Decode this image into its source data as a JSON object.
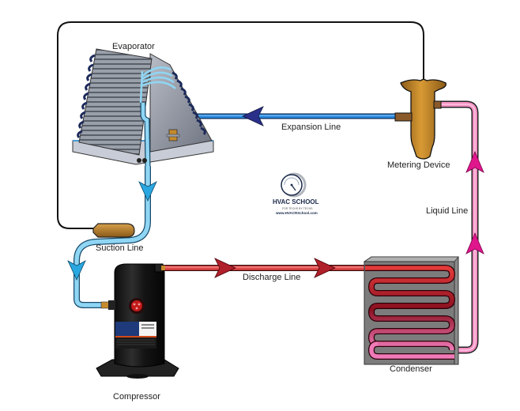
{
  "diagram": {
    "title": "Refrigeration Cycle",
    "components": {
      "evaporator": "Evaporator",
      "metering_device": "Metering Device",
      "compressor": "Compressor",
      "condenser": "Condenser"
    },
    "lines": {
      "expansion": "Expansion Line",
      "suction": "Suction Line",
      "discharge": "Discharge Line",
      "liquid": "Liquid Line"
    },
    "logo": {
      "name": "HVAC SCHOOL",
      "tagline": "FOR TECHS BY TECHS",
      "url": "www.HVACRSchool.com"
    },
    "flow": [
      {
        "from": "compressor",
        "to": "condenser",
        "via": "discharge"
      },
      {
        "from": "condenser",
        "to": "metering_device",
        "via": "liquid"
      },
      {
        "from": "metering_device",
        "to": "evaporator",
        "via": "expansion"
      },
      {
        "from": "evaporator",
        "to": "compressor",
        "via": "suction"
      }
    ],
    "colors": {
      "discharge": "#d42a2a",
      "liquid": "#f07ab8",
      "liquid_arrow": "#e0168c",
      "expansion": "#1f7fd4",
      "expansion_arrow": "#2a2f8a",
      "suction": "#8fd3f0",
      "suction_arrow": "#2aa7e0",
      "sensing_bulb_line": "#111111",
      "brass": "#c48a2c",
      "condenser_body": "#7a7a7a",
      "compressor_body": "#1a1a1a"
    }
  }
}
